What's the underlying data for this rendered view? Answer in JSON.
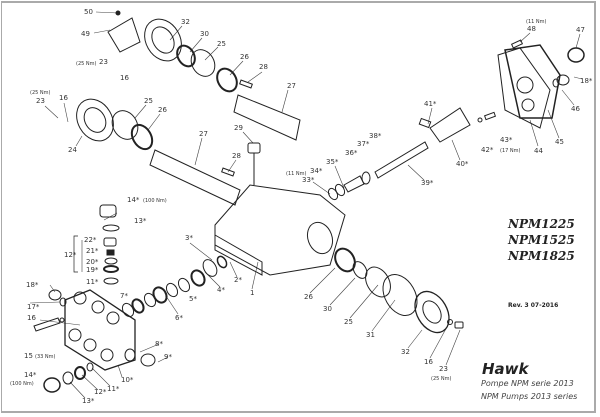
{
  "title": {
    "models": [
      "NPM1225",
      "NPM1525",
      "NPM1825"
    ],
    "revision": "Rev. 3 07-2016",
    "brand": "Hawk",
    "subtitle_fr": "Pompe NPM serie 2013",
    "subtitle_en": "NPM Pumps 2013 series"
  },
  "labels": [
    "50",
    "49",
    "32",
    "30",
    "25",
    "26",
    "28",
    "27",
    "(25 Nm)",
    "23",
    "16",
    "(25 Nm)",
    "23",
    "16",
    "24",
    "25",
    "26",
    "27",
    "28",
    "29",
    "(11 Nm)",
    "33*",
    "34*",
    "35*",
    "36*",
    "37*",
    "38*",
    "39*",
    "40*",
    "41*",
    "42*",
    "43*",
    "(17 Nm)",
    "44",
    "45",
    "46",
    "18*",
    "47",
    "48",
    "(11 Nm)",
    "14*",
    "(100 Nm)",
    "13*",
    "22*",
    "12*",
    "21*",
    "20*",
    "19*",
    "11*",
    "18*",
    "17*",
    "16",
    "15",
    "(33 Nm)",
    "14*",
    "(100 Nm)",
    "13*",
    "12*",
    "11*",
    "10*",
    "9*",
    "8*",
    "7*",
    "6*",
    "5*",
    "4*",
    "2*",
    "3*",
    "1",
    "26",
    "30",
    "25",
    "31",
    "32",
    "16",
    "23",
    "(25 Nm)"
  ]
}
